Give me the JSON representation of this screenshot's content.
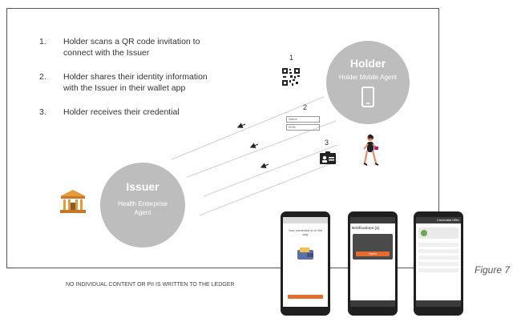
{
  "steps": [
    {
      "number": "1.",
      "text": "Holder scans a QR code invitation to connect with the Issuer"
    },
    {
      "number": "2.",
      "text": "Holder shares their identity information with the Issuer in their wallet app"
    },
    {
      "number": "3.",
      "text": "Holder receives their credential"
    }
  ],
  "holder": {
    "title": "Holder",
    "subtitle": "Holder Mobile Agent"
  },
  "issuer": {
    "title": "Issuer",
    "subtitle": "Health Enterprise Agent"
  },
  "markers": [
    "1",
    "2",
    "3"
  ],
  "form_fields": [
    "Name",
    "DOB"
  ],
  "caption": "Figure 7",
  "ledger_note": "NO INDIVIDUAL CONTENT OR PII IS WRITTEN TO THE LEDGER",
  "phones": {
    "phone1": {
      "text": "Your credential is on the way"
    },
    "phone2": {
      "header": "Notifications (1)",
      "button": "Open"
    },
    "phone3": {
      "header": "Credential Offer"
    }
  },
  "colors": {
    "circle": "#bdbdbd",
    "accent": "#e36c2e",
    "line": "#cfcfcf",
    "frame": "#555555"
  }
}
